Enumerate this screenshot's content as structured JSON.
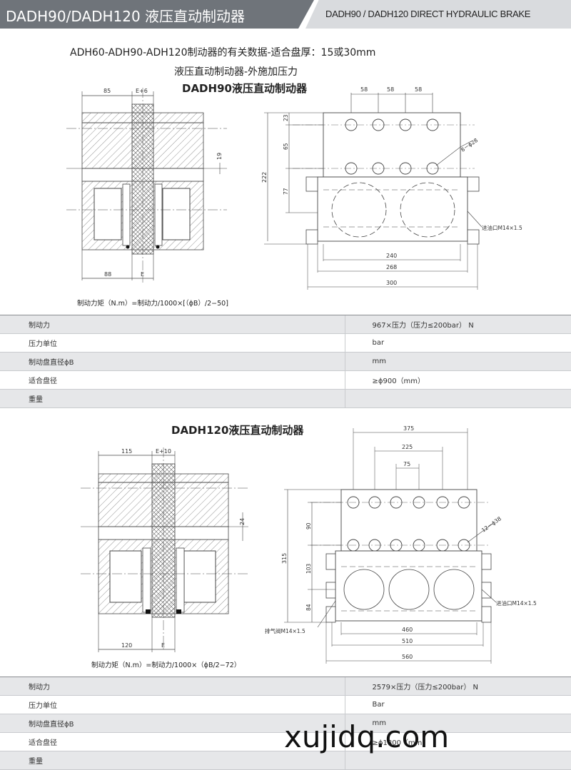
{
  "header": {
    "title_cn": "DADH90/DADH120 液压直动制动器",
    "title_en": "DADH90 / DADH120 DIRECT HYDRAULIC BRAKE"
  },
  "intro": {
    "line1": "ADH60-ADH90-ADH120制动器的有关数据-适合盘厚：15或30mm",
    "line2": "液压直动制动器-外施加压力"
  },
  "section1": {
    "title": "DADH90液压直动制动器",
    "dims": {
      "d85": "85",
      "dE6": "E+6",
      "d19": "19",
      "d88": "88",
      "dE": "E",
      "d58a": "58",
      "d58b": "58",
      "d58c": "58",
      "d23": "23",
      "d65": "65",
      "d77": "77",
      "d222": "222",
      "hole": "8－ϕ28",
      "inlet": "进油口M14×1.5",
      "d240": "240",
      "d268": "268",
      "d300": "300"
    },
    "formula": "制动力矩（N.m）=制动力/1000×[（ϕB）/2−50]",
    "table": [
      {
        "label": "制动力",
        "value": "967×压力（压力≤200bar）  N"
      },
      {
        "label": "压力单位",
        "value": "bar"
      },
      {
        "label": "制动盘直径ϕB",
        "value": "mm"
      },
      {
        "label": "适合盘径",
        "value": "≥ϕ900（mm）"
      },
      {
        "label": "重量",
        "value": ""
      }
    ]
  },
  "section2": {
    "title": "DADH120液压直动制动器",
    "dims": {
      "d115": "115",
      "dE10": "E+10",
      "d24": "24",
      "d120": "120",
      "dE": "E",
      "d375": "375",
      "d225": "225",
      "d75": "75",
      "d90": "90",
      "d103": "103",
      "d84": "84",
      "d315": "315",
      "hole": "12－ϕ38",
      "inlet": "进油口M14×1.5",
      "vent": "排气阀M14×1.5",
      "d460": "460",
      "d510": "510",
      "d560": "560"
    },
    "formula": "制动力矩（N.m）=制动力/1000×（ϕB/2−72）",
    "table": [
      {
        "label": "制动力",
        "value": "2579×压力（压力≤200bar）  N"
      },
      {
        "label": "压力单位",
        "value": "Bar"
      },
      {
        "label": "制动盘直径ϕB",
        "value": "mm"
      },
      {
        "label": "适合盘径",
        "value": "≥ϕ1800（mm）"
      },
      {
        "label": "重量",
        "value": ""
      }
    ]
  },
  "watermark": "xujidq.com"
}
